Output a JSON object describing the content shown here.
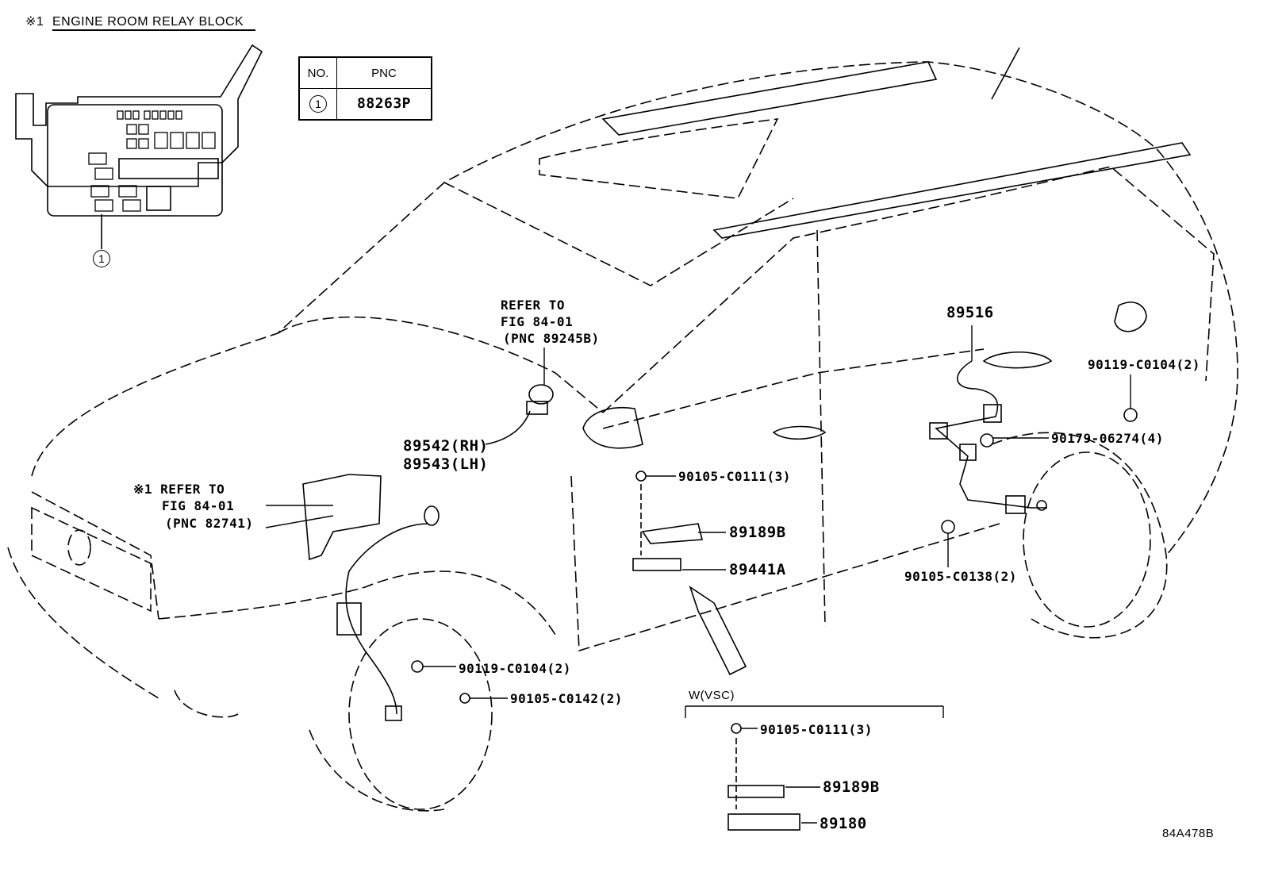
{
  "header": {
    "marker": "※1",
    "title": "ENGINE ROOM RELAY BLOCK"
  },
  "pnc_table": {
    "col_no": "NO.",
    "col_pnc": "PNC",
    "rows": [
      {
        "no": "1",
        "pnc": "88263P"
      }
    ]
  },
  "relay_callout": "1",
  "labels": {
    "refer_top": [
      "REFER TO",
      "FIG 84-01",
      "(PNC 89245B)"
    ],
    "p89516": "89516",
    "p89542": "89542(RH)",
    "p89543": "89543(LH)",
    "refer_left": [
      "※1 REFER TO",
      "FIG 84-01",
      "(PNC 82741)"
    ],
    "p90119_rear": "90119-C0104(2)",
    "p90179": "90179-06274(4)",
    "p90105_c0111": "90105-C0111(3)",
    "p89189b": "89189B",
    "p89441a": "89441A",
    "p90105_c0138": "90105-C0138(2)",
    "p90119_front": "90119-C0104(2)",
    "p90105_c0142": "90105-C0142(2)"
  },
  "vsc": {
    "title": "W(VSC)",
    "p90105_c0111": "90105-C0111(3)",
    "p89189b": "89189B",
    "p89180": "89180"
  },
  "figure_code": "84A478B"
}
